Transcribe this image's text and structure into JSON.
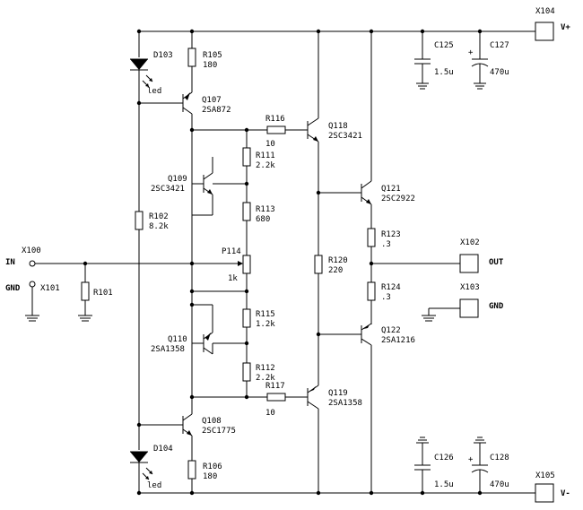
{
  "ports": {
    "in": "IN",
    "gnd_in": "GND",
    "vplus": "V+",
    "vminus": "V-",
    "out": "OUT",
    "gnd_out": "GND"
  },
  "connectors": {
    "x100": "X100",
    "x101": "X101",
    "x102": "X102",
    "x103": "X103",
    "x104": "X104",
    "x105": "X105"
  },
  "components": {
    "d103": {
      "ref": "D103",
      "value": "led"
    },
    "d104": {
      "ref": "D104",
      "value": "led"
    },
    "r105": {
      "ref": "R105",
      "value": "180"
    },
    "r106": {
      "ref": "R106",
      "value": "180"
    },
    "q107": {
      "ref": "Q107",
      "value": "2SA872"
    },
    "q108": {
      "ref": "Q108",
      "value": "2SC1775"
    },
    "q109": {
      "ref": "Q109",
      "value": "2SC3421"
    },
    "q110": {
      "ref": "Q110",
      "value": "2SA1358"
    },
    "r116": {
      "ref": "R116",
      "value": "10"
    },
    "r117": {
      "ref": "R117",
      "value": "10"
    },
    "r111": {
      "ref": "R111",
      "value": "2.2k"
    },
    "r113": {
      "ref": "R113",
      "value": "680"
    },
    "p114": {
      "ref": "P114",
      "value": "1k"
    },
    "r115": {
      "ref": "R115",
      "value": "1.2k"
    },
    "r112": {
      "ref": "R112",
      "value": "2.2k"
    },
    "r102": {
      "ref": "R102",
      "value": "8.2k"
    },
    "r101": {
      "ref": "R101",
      "value": ""
    },
    "q118": {
      "ref": "Q118",
      "value": "2SC3421"
    },
    "q119": {
      "ref": "Q119",
      "value": "2SA1358"
    },
    "r120": {
      "ref": "R120",
      "value": "220"
    },
    "q121": {
      "ref": "Q121",
      "value": "2SC2922"
    },
    "q122": {
      "ref": "Q122",
      "value": "2SA1216"
    },
    "r123": {
      "ref": "R123",
      "value": ".3"
    },
    "r124": {
      "ref": "R124",
      "value": ".3"
    },
    "c125": {
      "ref": "C125",
      "value": "1.5u"
    },
    "c126": {
      "ref": "C126",
      "value": "1.5u"
    },
    "c127": {
      "ref": "C127",
      "value": "470u"
    },
    "c128": {
      "ref": "C128",
      "value": "470u"
    },
    "plus": "+"
  }
}
